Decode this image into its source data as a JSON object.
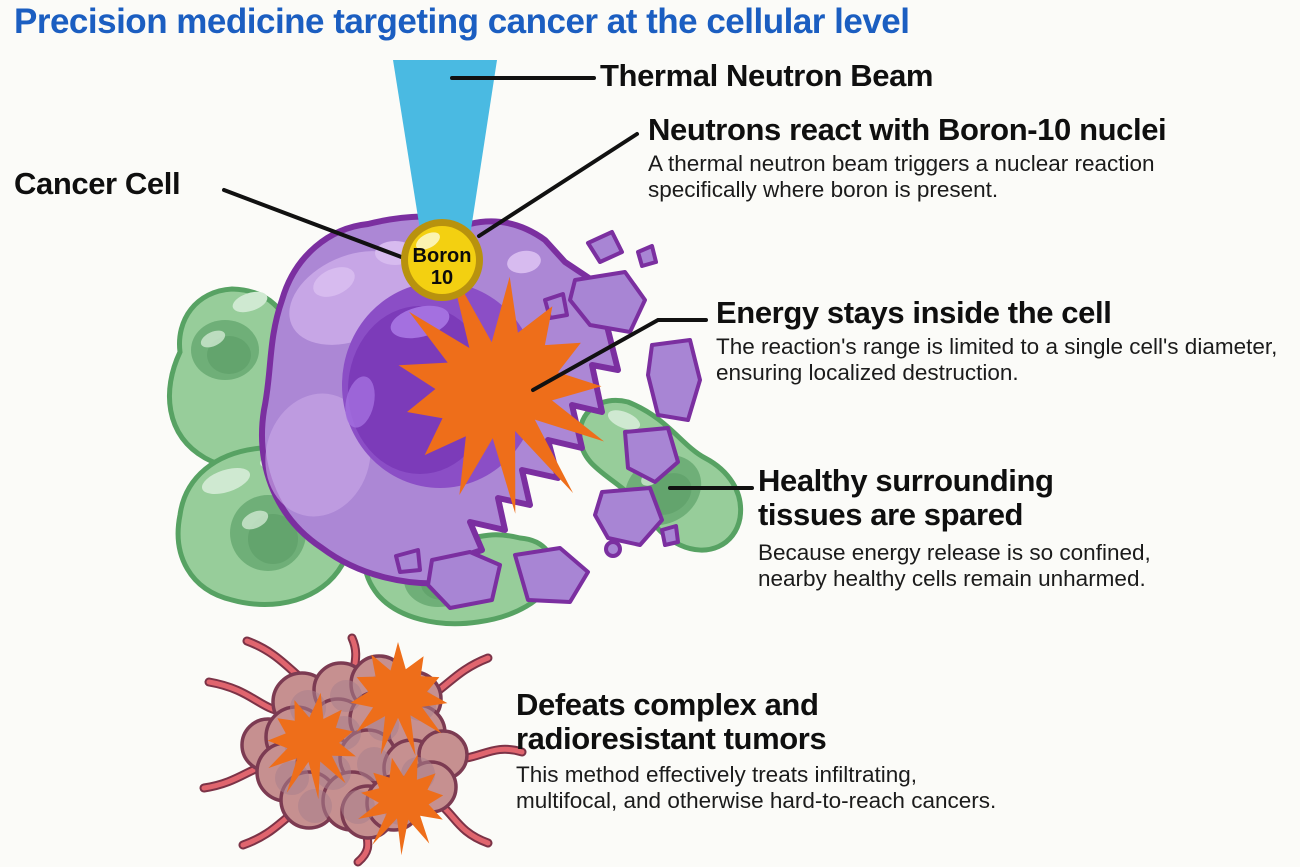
{
  "title": "Precision medicine targeting cancer at the cellular level",
  "diagram": {
    "beam_label": "Thermal Neutron Beam",
    "cancer_cell_label": "Cancer Cell",
    "boron": {
      "line1": "Boron",
      "line2": "10"
    }
  },
  "callouts": {
    "neutrons": {
      "heading": "Neutrons react with Boron-10 nuclei",
      "body": "A thermal neutron beam triggers a nuclear reaction specifically where boron is present."
    },
    "energy": {
      "heading": "Energy stays inside the cell",
      "body": "The reaction's range is limited to a single cell's diameter, ensuring localized destruction."
    },
    "healthy": {
      "heading": "Healthy surrounding tissues are spared",
      "body": "Because energy release is so confined, nearby healthy cells remain unharmed."
    },
    "tumors": {
      "heading": "Defeats complex and radioresistant tumors",
      "body": "This method effectively treats infiltrating, multifocal, and otherwise hard-to-reach cancers."
    }
  },
  "colors": {
    "title_blue": "#1b5ec1",
    "beam_blue": "#4abae2",
    "cancer_cell_body": "#ac87d5",
    "cancer_cell_outline": "#7b2fa0",
    "nucleus_purple": "#8b4ec6",
    "nucleus_purple_dark": "#7c3bb9",
    "healthy_green": "#97cd9a",
    "healthy_green_outline": "#57a263",
    "explosion_orange": "#ee6e1a",
    "boron_gold": "#f3d011",
    "boron_ring": "#b8920e",
    "tumor_mauve": "#c69090",
    "tumor_outline": "#7c3b52",
    "tendril_red": "#e0656e",
    "leader_line": "#111111",
    "background": "#fbfbf8"
  }
}
